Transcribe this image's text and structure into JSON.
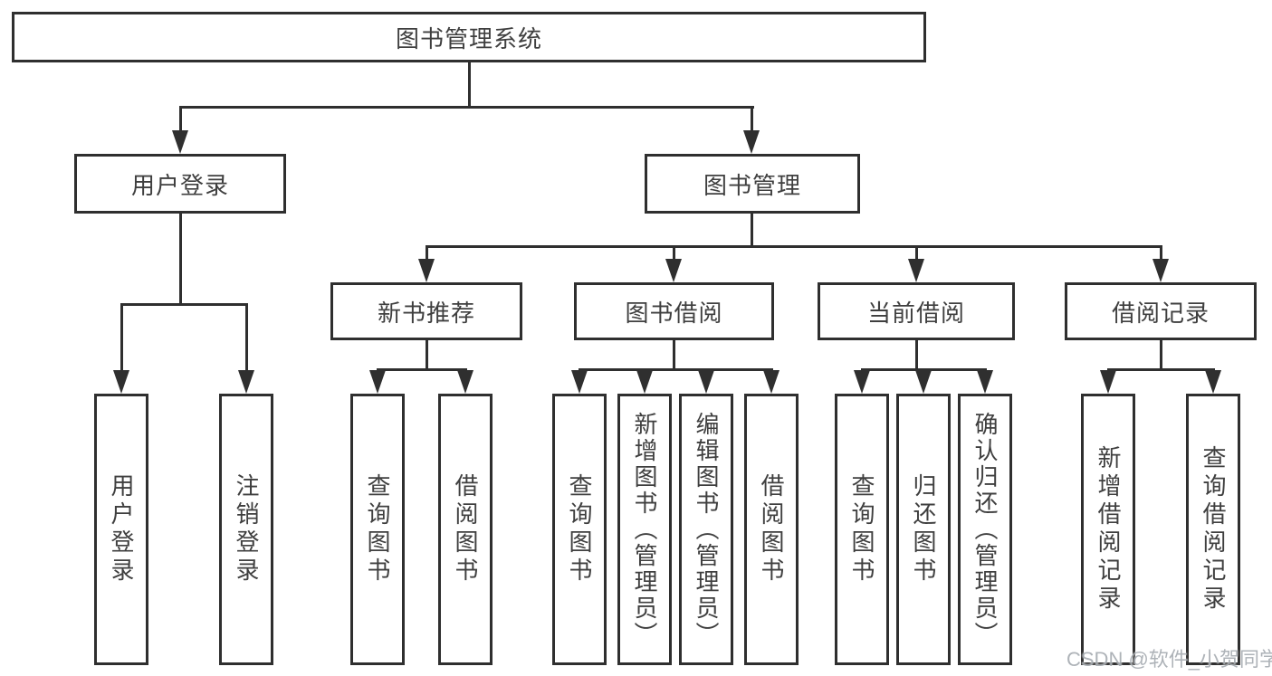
{
  "tree": {
    "root": {
      "label": "图书管理系统",
      "children": [
        {
          "label": "用户登录",
          "children": [
            {
              "label": "用户登录"
            },
            {
              "label": "注销登录"
            }
          ]
        },
        {
          "label": "图书管理",
          "children": [
            {
              "label": "新书推荐",
              "children": [
                {
                  "label": "查询图书"
                },
                {
                  "label": "借阅图书"
                }
              ]
            },
            {
              "label": "图书借阅",
              "children": [
                {
                  "label": "查询图书"
                },
                {
                  "label": "新增图书（管理员）"
                },
                {
                  "label": "编辑图书（管理员）"
                },
                {
                  "label": "借阅图书"
                }
              ]
            },
            {
              "label": "当前借阅",
              "children": [
                {
                  "label": "查询图书"
                },
                {
                  "label": "归还图书"
                },
                {
                  "label": "确认归还（管理员）"
                }
              ]
            },
            {
              "label": "借阅记录",
              "children": [
                {
                  "label": "新增借阅记录"
                },
                {
                  "label": "查询借阅记录"
                }
              ]
            }
          ]
        }
      ]
    }
  },
  "watermark": {
    "text": "CSDN @软件_小贺同学"
  },
  "colors": {
    "line": "#2f2f2f",
    "text": "#3f3f3f",
    "watermark": "#a8adb3",
    "background": "#ffffff"
  }
}
